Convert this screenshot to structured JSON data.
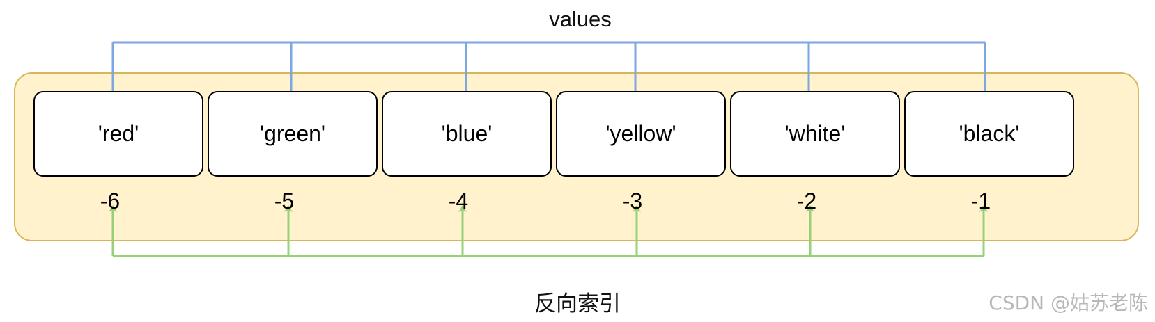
{
  "diagram": {
    "top_label": "values",
    "bottom_label": "反向索引",
    "items": [
      {
        "value": "'red'",
        "index": "-6"
      },
      {
        "value": "'green'",
        "index": "-5"
      },
      {
        "value": "'blue'",
        "index": "-4"
      },
      {
        "value": "'yellow'",
        "index": "-3"
      },
      {
        "value": "'white'",
        "index": "-2"
      },
      {
        "value": "'black'",
        "index": "-1"
      }
    ],
    "colors": {
      "container_fill": "#fff2cc",
      "container_border": "#d6b656",
      "values_arrows": "#7ea6e0",
      "index_arrows": "#97d077"
    }
  },
  "watermark": "CSDN @姑苏老陈"
}
